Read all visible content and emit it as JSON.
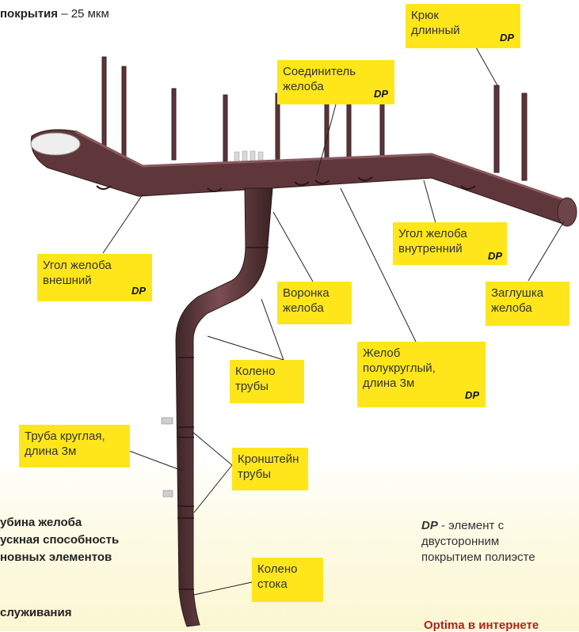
{
  "header": {
    "line1": "покрытия",
    "line1_value": "– 25 мкм"
  },
  "callouts": [
    {
      "id": "hook",
      "label": "Крюк\nдлинный",
      "dp": "DP"
    },
    {
      "id": "connector",
      "label": "Соединитель\nжелоба",
      "dp": "DP"
    },
    {
      "id": "corner-inner",
      "label": "Угол желоба\nвнутренний",
      "dp": "DP"
    },
    {
      "id": "end-cap",
      "label": "Заглушка\nжелоба",
      "dp": ""
    },
    {
      "id": "corner-outer",
      "label": "Угол желоба\nвнешний",
      "dp": "DP"
    },
    {
      "id": "funnel",
      "label": "Воронка\nжелоба",
      "dp": ""
    },
    {
      "id": "elbow",
      "label": "Колено\nтрубы",
      "dp": ""
    },
    {
      "id": "gutter",
      "label": "Желоб\nполукруглый,\nдлина 3м",
      "dp": "DP"
    },
    {
      "id": "pipe",
      "label": "Труба круглая,\nдлина 3м",
      "dp": ""
    },
    {
      "id": "bracket",
      "label": "Кронштейн\nтрубы",
      "dp": ""
    },
    {
      "id": "outlet",
      "label": "Колено\nстока",
      "dp": ""
    }
  ],
  "left_text": {
    "line1": "убина желоба",
    "line2": "ускная способность",
    "line3": "новных элементов",
    "line4": "служивания"
  },
  "note": {
    "dp": "DP",
    "text": " - элемент с\nдвусторонним\nпокрытием полиэсте"
  },
  "footer_link": "Optima в интернете"
}
